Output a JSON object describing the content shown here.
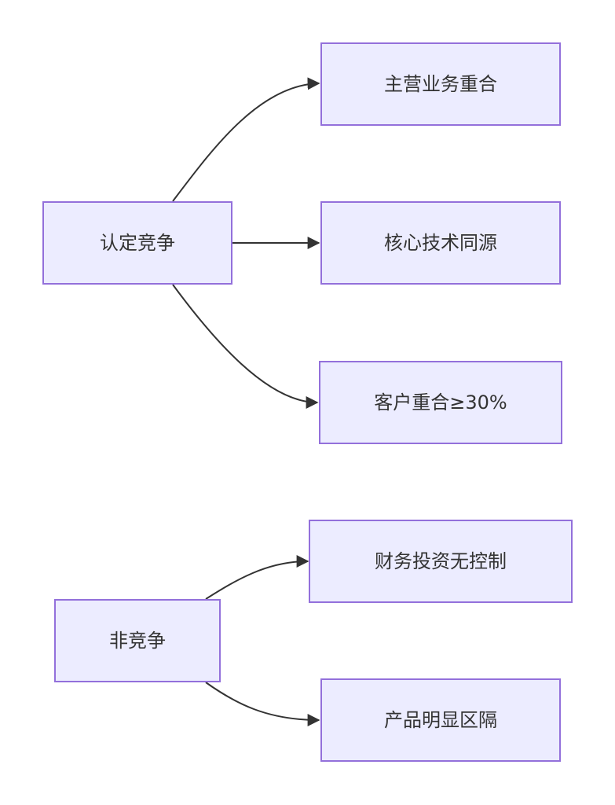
{
  "diagram": {
    "colors": {
      "node_fill": "#ECECFF",
      "node_border": "#9370DB",
      "edge": "#333333",
      "text": "#333333"
    },
    "nodes": [
      {
        "id": "rd",
        "label": "认定竞争"
      },
      {
        "id": "c1",
        "label": "主营业务重合"
      },
      {
        "id": "c2",
        "label": "核心技术同源"
      },
      {
        "id": "c3",
        "label": "客户重合≥30%"
      },
      {
        "id": "fjz",
        "label": "非竞争"
      },
      {
        "id": "n1",
        "label": "财务投资无控制"
      },
      {
        "id": "n2",
        "label": "产品明显区隔"
      }
    ],
    "edges": [
      {
        "from": "rd",
        "to": "c1"
      },
      {
        "from": "rd",
        "to": "c2"
      },
      {
        "from": "rd",
        "to": "c3"
      },
      {
        "from": "fjz",
        "to": "n1"
      },
      {
        "from": "fjz",
        "to": "n2"
      }
    ]
  }
}
